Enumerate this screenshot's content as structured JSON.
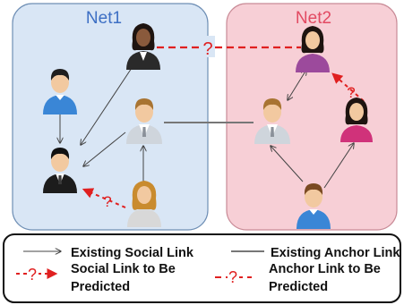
{
  "networks": {
    "net1": {
      "title": "Net1",
      "fill": "#d9e6f5",
      "title_color": "#3d6fc4"
    },
    "net2": {
      "title": "Net2",
      "fill": "#f7cfd6",
      "title_color": "#e24a62"
    }
  },
  "predicted_symbol": "?",
  "colors": {
    "predicted": "#e02020",
    "anchor": "#777777",
    "social": "#444444"
  },
  "legend": {
    "existing_social_link": "Existing Social Link",
    "existing_anchor_link": "Existing Anchor Link",
    "social_link_predicted": [
      "Social Link to Be",
      "Predicted"
    ],
    "anchor_link_predicted": [
      "Anchor Link to Be",
      "Predicted"
    ]
  },
  "icons": {
    "net1": [
      "woman-dark-suit-icon",
      "man-blue-shirt-icon",
      "man-white-shirt-icon",
      "man-black-suit-icon",
      "woman-gray-top-icon"
    ],
    "net2": [
      "woman-purple-icon",
      "man-white-shirt-icon",
      "woman-pink-icon",
      "man-blue-shirt-icon"
    ]
  }
}
